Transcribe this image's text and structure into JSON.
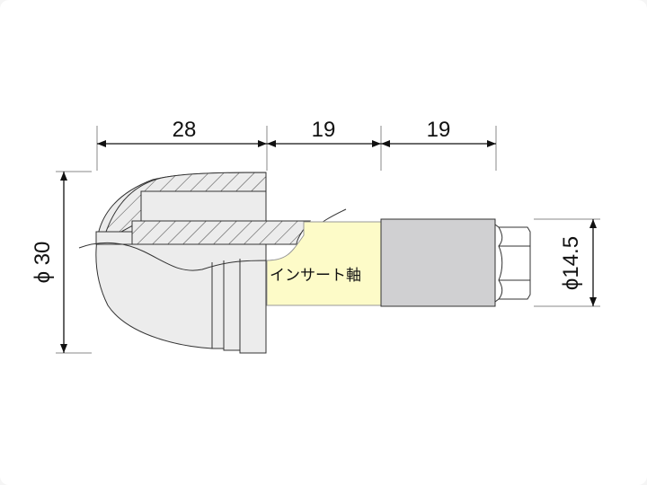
{
  "dimensions": {
    "length_1": "28",
    "length_2": "19",
    "length_3": "19",
    "outer_diameter": "ϕ 30",
    "shaft_diameter": "ϕ14.5"
  },
  "labels": {
    "insert_shaft": "インサート軸"
  },
  "colors": {
    "body": "#ececec",
    "insert_shaft": "#fdfbc8",
    "sleeve": "#d0d0d2",
    "line": "#333333"
  }
}
